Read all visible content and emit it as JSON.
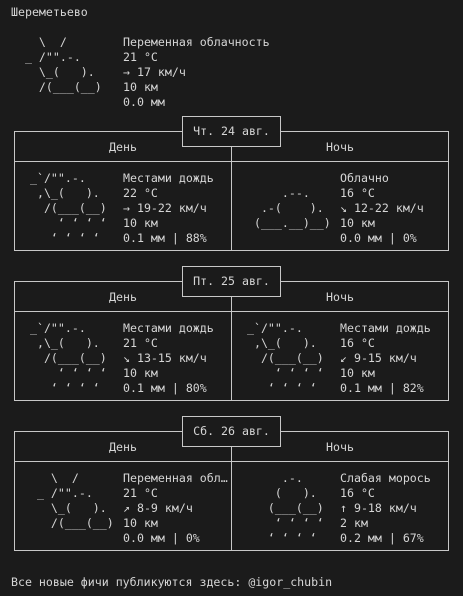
{
  "location": "Шереметьево",
  "current": {
    "art": [
      "    \\  /",
      "  _ /\"\".-.",
      "    \\_(   ).",
      "    /(___(__)",
      ""
    ],
    "lines": [
      "Переменная облачность",
      "21 °C",
      "→ 17 км/ч",
      "10 км",
      "0.0 мм"
    ]
  },
  "days": [
    {
      "date": "Чт. 24 авг.",
      "day_label": "День",
      "night_label": "Ночь",
      "day": {
        "art": [
          " _`/\"\".-.",
          "  ,\\_(   ).",
          "   /(___(__)",
          "     ‘ ‘ ‘ ‘",
          "    ‘ ‘ ‘ ‘"
        ],
        "lines": [
          "Местами дождь",
          "22 °C",
          "→ 19-22 км/ч",
          "10 км",
          "0.1 мм | 88%"
        ]
      },
      "night": {
        "art": [
          "",
          "      .--.",
          "   .-(    ).",
          "  (___.__)__)",
          ""
        ],
        "lines": [
          "Облачно",
          "16 °C",
          "↘ 12-22 км/ч",
          "10 км",
          "0.0 мм | 0%"
        ]
      }
    },
    {
      "date": "Пт. 25 авг.",
      "day_label": "День",
      "night_label": "Ночь",
      "day": {
        "art": [
          " _`/\"\".-.",
          "  ,\\_(   ).",
          "   /(___(__)",
          "     ‘ ‘ ‘ ‘",
          "    ‘ ‘ ‘ ‘"
        ],
        "lines": [
          "Местами дождь",
          "21 °C",
          "↘ 13-15 км/ч",
          "10 км",
          "0.1 мм | 80%"
        ]
      },
      "night": {
        "art": [
          " _`/\"\".-.",
          "  ,\\_(   ).",
          "   /(___(__)",
          "     ‘ ‘ ‘ ‘",
          "    ‘ ‘ ‘ ‘"
        ],
        "lines": [
          "Местами дождь",
          "16 °C",
          "↙ 9-15 км/ч",
          "10 км",
          "0.1 мм | 82%"
        ]
      }
    },
    {
      "date": "Сб. 26 авг.",
      "day_label": "День",
      "night_label": "Ночь",
      "day": {
        "art": [
          "    \\  /",
          "  _ /\"\".-.",
          "    \\_(   ).",
          "    /(___(__)",
          ""
        ],
        "lines": [
          "Переменная обл…",
          "21 °C",
          "↗ 8-9 км/ч",
          "10 км",
          "0.0 мм | 0%"
        ]
      },
      "night": {
        "art": [
          "      .-.",
          "     (   ).",
          "    (___(__)",
          "     ‘ ‘ ‘ ‘",
          "    ‘ ‘ ‘ ‘"
        ],
        "lines": [
          "Слабая морось",
          "16 °C",
          "↑ 9-18 км/ч",
          "2 км",
          "0.2 мм | 67%"
        ]
      }
    }
  ],
  "footer": "Все новые фичи публикуются здесь: @igor_chubin"
}
